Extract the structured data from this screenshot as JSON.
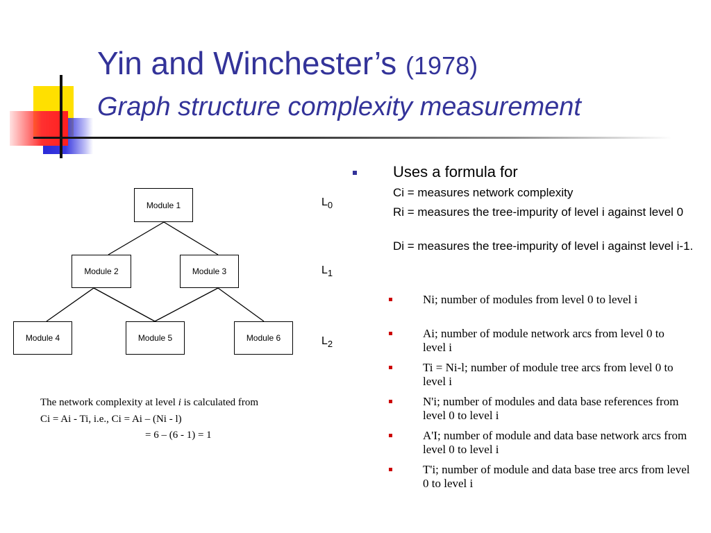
{
  "title": {
    "main": "Yin and Winchester’s",
    "year": "(1978)",
    "subtitle": "Graph structure complexity measurement"
  },
  "diagram": {
    "modules": [
      "Module 1",
      "Module 2",
      "Module 3",
      "Module 4",
      "Module 5",
      "Module 6"
    ],
    "levels": [
      {
        "base": "L",
        "sub": "0"
      },
      {
        "base": "L",
        "sub": "1"
      },
      {
        "base": "L",
        "sub": "2"
      }
    ]
  },
  "calculation": {
    "line1_prefix": "The network complexity at level ",
    "line1_var": "i",
    "line1_suffix": " is calculated from",
    "line2": "Ci = Ai - Ti, i.e., Ci = Ai – (Ni - l)",
    "line3": "= 6 – (6 - 1) = 1"
  },
  "main_bullet": {
    "text": "Uses a formula for",
    "definitions": [
      "Ci = measures network complexity",
      "Ri = measures the tree-impurity of level i against level 0",
      "Di = measures the tree-impurity of level i against level i-1."
    ]
  },
  "sub_bullets": [
    "Ni; number of modules from level 0 to level i",
    "Ai; number of module network arcs from level 0 to level i",
    "Ti = Ni-l; number of module tree arcs from level 0 to level i",
    "N'i; number of modules and data base references from level 0 to level i",
    "A'I; number of module and data base network arcs from level 0 to level i",
    "T'i; number of module and data base tree arcs from level 0 to level i"
  ],
  "colors": {
    "title": "#333399",
    "main_bullet": "#333399",
    "sub_bullet": "#cc0000"
  }
}
